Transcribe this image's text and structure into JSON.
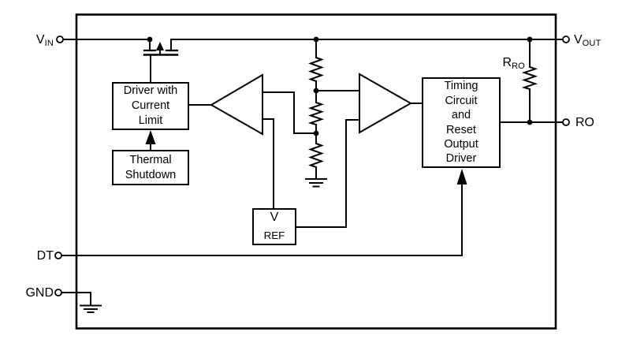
{
  "terminals": {
    "vin": {
      "base": "V",
      "sub": "IN"
    },
    "vout": {
      "base": "V",
      "sub": "OUT"
    },
    "ro": {
      "label": "RO"
    },
    "dt": {
      "label": "DT"
    },
    "gnd": {
      "label": "GND"
    }
  },
  "blocks": {
    "driver": {
      "lines": [
        "Driver with",
        "Current",
        "Limit"
      ]
    },
    "thermal": {
      "lines": [
        "Thermal",
        "Shutdown"
      ]
    },
    "vref": {
      "base": "V",
      "sub": "REF"
    },
    "timing": {
      "lines": [
        "Timing",
        "Circuit",
        "and",
        "Reset",
        "Output",
        "Driver"
      ]
    }
  },
  "components": {
    "rro": {
      "base": "R",
      "sub": "RO"
    }
  },
  "colors": {
    "line": "#000000",
    "background": "#ffffff"
  }
}
